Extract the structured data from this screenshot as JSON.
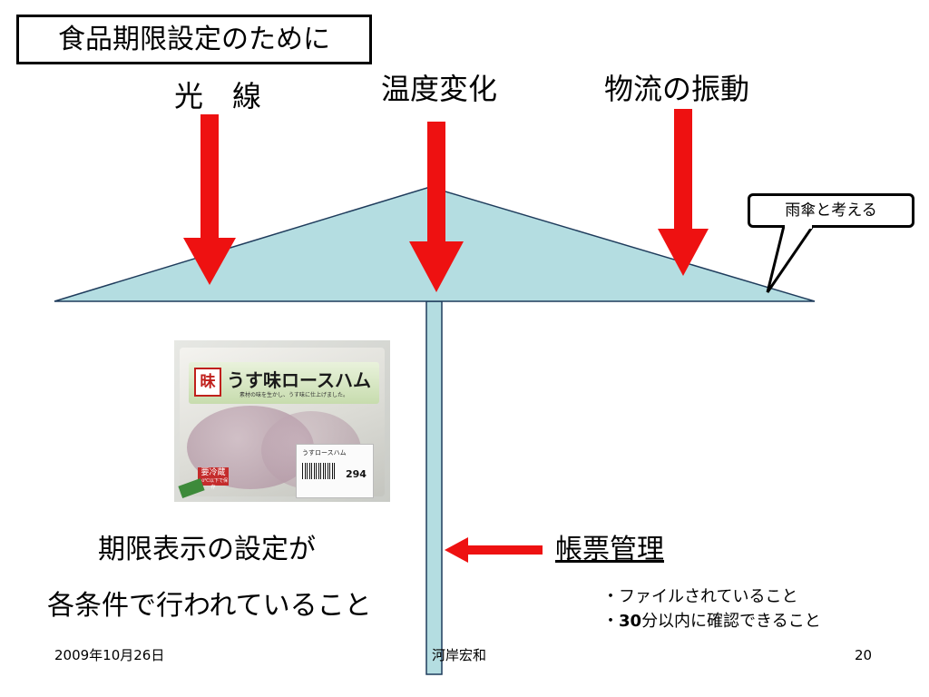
{
  "slide": {
    "title": "食品期限設定のために",
    "forces": [
      {
        "label": "光　線"
      },
      {
        "label": "温度変化"
      },
      {
        "label": "物流の振動"
      }
    ],
    "callout": "雨傘と考える",
    "product_photo": {
      "logo_char": "昧",
      "product_name": "うす味ロースハム",
      "tagline": "素材の味を生かし、うす味に仕上げました。",
      "label_title": "うすロースハム",
      "price": "294",
      "storage_badge": "要冷蔵",
      "storage_sub": "10℃以下で保存"
    },
    "main_text": [
      "期限表示の設定が",
      "各条件で行われていること"
    ],
    "ledger": "帳票管理",
    "notes": {
      "line1": "・ファイルされていること",
      "line2_prefix": "・",
      "line2_number": "30",
      "line2_rest": "分以内に確認できること"
    },
    "footer": {
      "date": "2009年10月26日",
      "author": "河岸宏和",
      "page": "20"
    },
    "colors": {
      "arrow": "#ee1111",
      "umbrella_fill": "#b4dde1",
      "umbrella_stroke": "#1f3c5c"
    }
  }
}
